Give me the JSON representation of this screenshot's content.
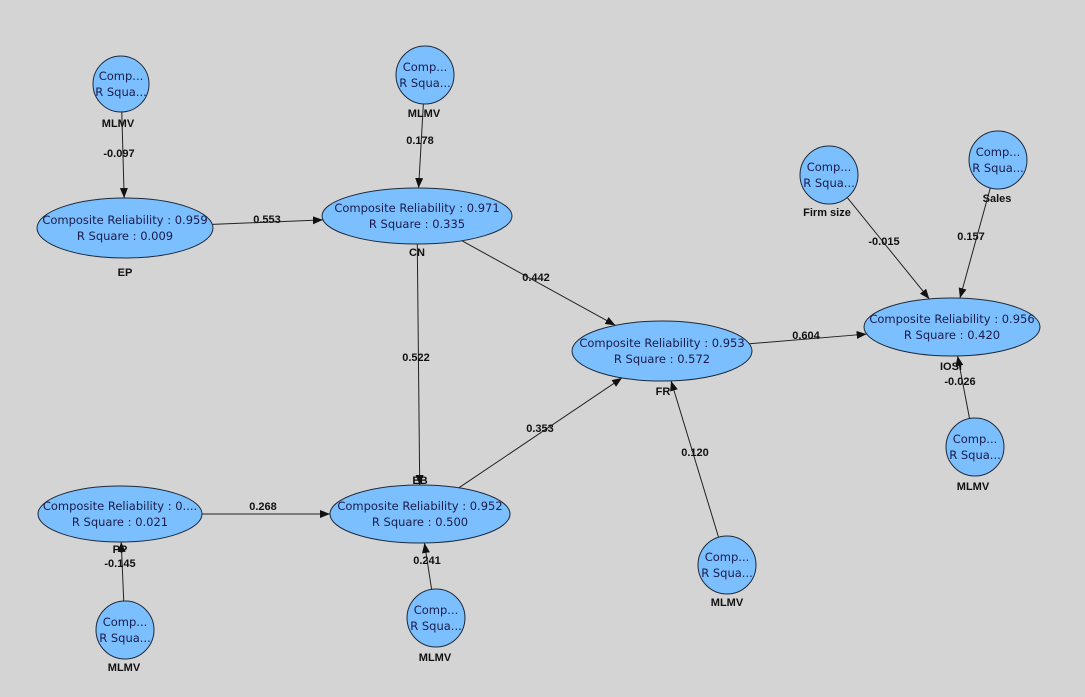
{
  "diagram": {
    "colors": {
      "node_fill": "#7bbfff",
      "background": "#d4d4d4"
    },
    "nodes": [
      {
        "id": "mlmv_ep",
        "label": "MLMV",
        "shape": "circle",
        "lines": [
          "Comp...",
          "R Squa..."
        ]
      },
      {
        "id": "ep",
        "label": "EP",
        "shape": "ellipse",
        "lines": [
          "Composite Reliability : 0.959",
          "R Square : 0.009"
        ]
      },
      {
        "id": "mlmv_cn",
        "label": "MLMV",
        "shape": "circle",
        "lines": [
          "Comp...",
          "R Squa..."
        ]
      },
      {
        "id": "cn",
        "label": "CN",
        "shape": "ellipse",
        "lines": [
          "Composite Reliability : 0.971",
          "R Square : 0.335"
        ]
      },
      {
        "id": "fr",
        "label": "FR",
        "shape": "ellipse",
        "lines": [
          "Composite Reliability : 0.953",
          "R Square : 0.572"
        ]
      },
      {
        "id": "iosi",
        "label": "IOSI",
        "shape": "ellipse",
        "lines": [
          "Composite Reliability : 0.956",
          "R Square : 0.420"
        ]
      },
      {
        "id": "firm_size",
        "label": "Firm size",
        "shape": "circle",
        "lines": [
          "Comp...",
          "R Squa..."
        ]
      },
      {
        "id": "sales",
        "label": "Sales",
        "shape": "circle",
        "lines": [
          "Comp...",
          "R Squa..."
        ]
      },
      {
        "id": "mlmv_iosi",
        "label": "MLMV",
        "shape": "circle",
        "lines": [
          "Comp...",
          "R Squa..."
        ]
      },
      {
        "id": "pp",
        "label": "PP",
        "shape": "ellipse",
        "lines": [
          "Composite Reliability : 0....",
          "R Square : 0.021"
        ]
      },
      {
        "id": "eb",
        "label": "EB",
        "shape": "ellipse",
        "lines": [
          "Composite Reliability : 0.952",
          "R Square : 0.500"
        ]
      },
      {
        "id": "mlmv_pp",
        "label": "MLMV",
        "shape": "circle",
        "lines": [
          "Comp...",
          "R Squa..."
        ]
      },
      {
        "id": "mlmv_eb",
        "label": "MLMV",
        "shape": "circle",
        "lines": [
          "Comp...",
          "R Squa..."
        ]
      },
      {
        "id": "mlmv_fr",
        "label": "MLMV",
        "shape": "circle",
        "lines": [
          "Comp...",
          "R Squa..."
        ]
      }
    ],
    "edges": [
      {
        "from": "mlmv_ep",
        "to": "ep",
        "coefficient": "-0.097"
      },
      {
        "from": "mlmv_cn",
        "to": "cn",
        "coefficient": "0.178"
      },
      {
        "from": "ep",
        "to": "cn",
        "coefficient": "0.553"
      },
      {
        "from": "cn",
        "to": "fr",
        "coefficient": "0.442"
      },
      {
        "from": "cn",
        "to": "eb",
        "coefficient": "0.522"
      },
      {
        "from": "eb",
        "to": "fr",
        "coefficient": "0.353"
      },
      {
        "from": "pp",
        "to": "eb",
        "coefficient": "0.268"
      },
      {
        "from": "mlmv_pp",
        "to": "pp",
        "coefficient": "-0.145"
      },
      {
        "from": "mlmv_eb",
        "to": "eb",
        "coefficient": "0.241"
      },
      {
        "from": "mlmv_fr",
        "to": "fr",
        "coefficient": "0.120"
      },
      {
        "from": "fr",
        "to": "iosi",
        "coefficient": "0.604"
      },
      {
        "from": "firm_size",
        "to": "iosi",
        "coefficient": "-0.015"
      },
      {
        "from": "sales",
        "to": "iosi",
        "coefficient": "0.157"
      },
      {
        "from": "mlmv_iosi",
        "to": "iosi",
        "coefficient": "-0.026"
      }
    ]
  }
}
